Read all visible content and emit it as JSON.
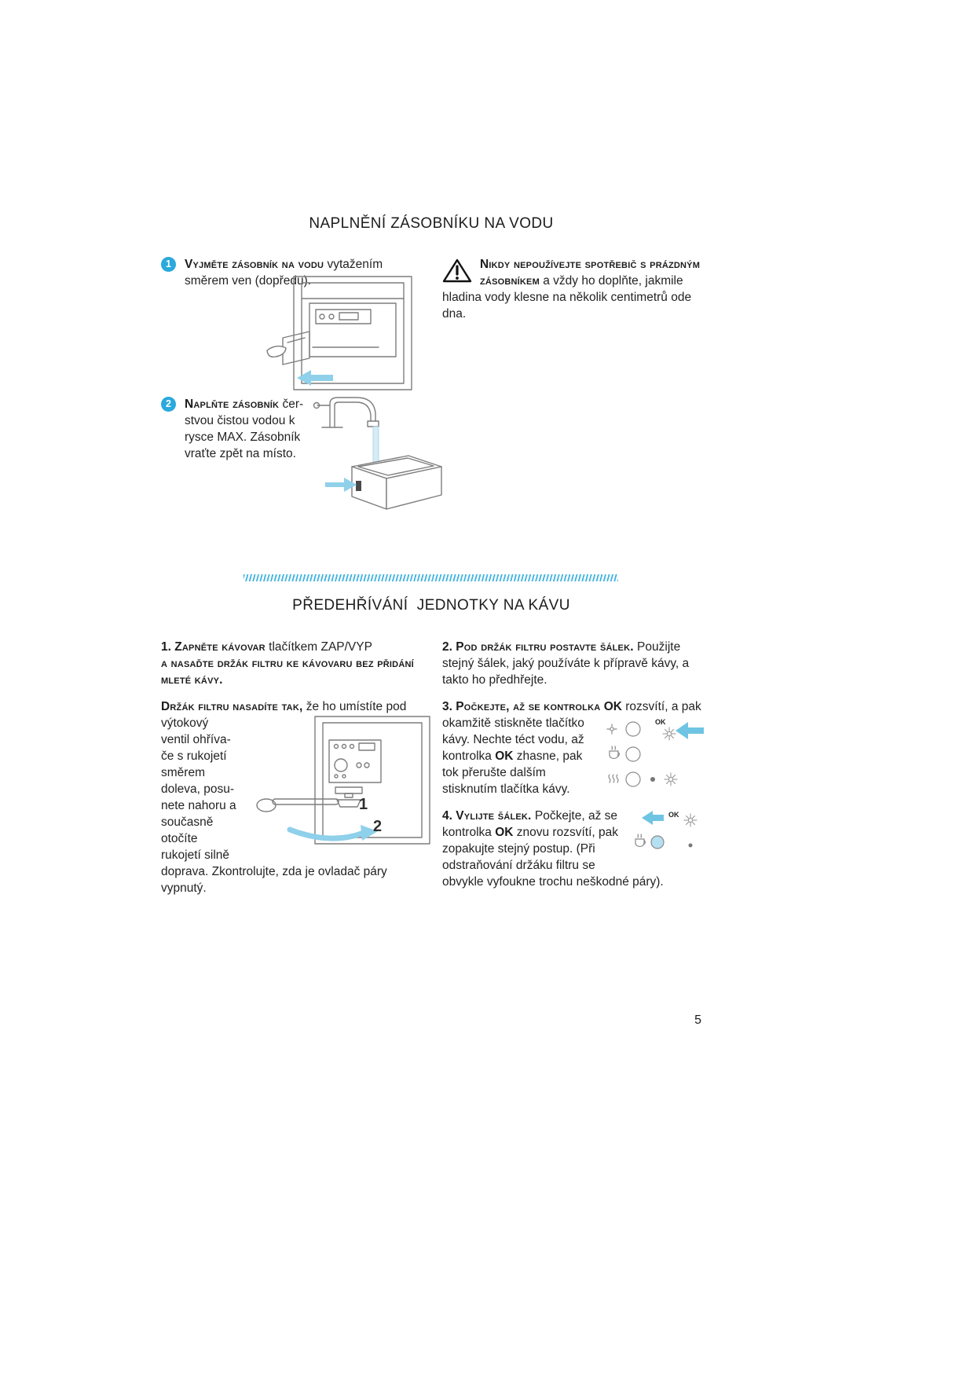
{
  "page_number": "5",
  "colors": {
    "accent_blue": "#2aa9dc",
    "arrow_blue": "#8fd0ea"
  },
  "section_water": {
    "title": "NAPLNĚNÍ ZÁSOBNÍKU NA VODU",
    "steps": [
      {
        "num": "1",
        "lead": "Vyjměte zásobník na vodu",
        "text": " vytažením smě­rem ven (dopředu)."
      },
      {
        "num": "2",
        "lead": "Naplňte zásobník",
        "text": " čer­stvou čistou vodou k rysce MAX. Zásobník vraťte zpět na místo."
      }
    ],
    "warning": {
      "lead": "Nikdy nepoužívejte spotřebič s prázdným zásobníkem",
      "text": " a vždy ho doplňte, jakmile hladina vody klesne na několik centimetrů ode dna."
    }
  },
  "section_preheat": {
    "title": "PŘEDEHŘÍVÁNÍ  JEDNOTKY NA KÁVU",
    "step1": {
      "num": "1.",
      "lead": "Zapněte kávovar",
      "mid": " tlačítkem ZAP/VYP",
      "lead2": "a nasaďte držák filtru ke kávovaru bez přidání mle­té kávy.",
      "holder_lead": "Držák filtru nasadíte tak,",
      "holder_text": " že ho umístíte pod výtokový ventil ohříva­če s rukojetí směrem doleva, posu­nete naho­ru a současně otočíte rukojetí silně doprava. Zkontro­lujte, zda je ovladač páry vypnutý."
    },
    "step2": {
      "num": "2.",
      "lead": "Pod držák filtru postavte šálek.",
      "text": " Použijte stej­ný šálek, jaký používáte k přípravě kávy, a tak­to ho předhřejte."
    },
    "step3": {
      "num": "3.",
      "lead": "Počkejte, až se kontrolka",
      "ok": "OK",
      "text1": " rozsvítí, a pak okamžitě stiskněte tlačít­ko kávy. Nechte téct vodu, až kontrolka ",
      "text2": " zhasne, pak tok přerušte dalším stisknutím tla­čítka kávy."
    },
    "step4": {
      "num": "4.",
      "lead": "Vylijte šálek.",
      "text1": " Počkejte, až se kon­trolka ",
      "ok": "OK",
      "text2": " znovu rozsvítí, pak zopa­kujte stejný postup. (Při odstraňová­ní držáku filtru se obvykle vyfoukne trochu neškodné páry)."
    },
    "figure": {
      "label_1": "1",
      "label_2": "2"
    },
    "panel1": {
      "ok": "OK"
    },
    "panel2": {
      "ok": "OK"
    }
  }
}
